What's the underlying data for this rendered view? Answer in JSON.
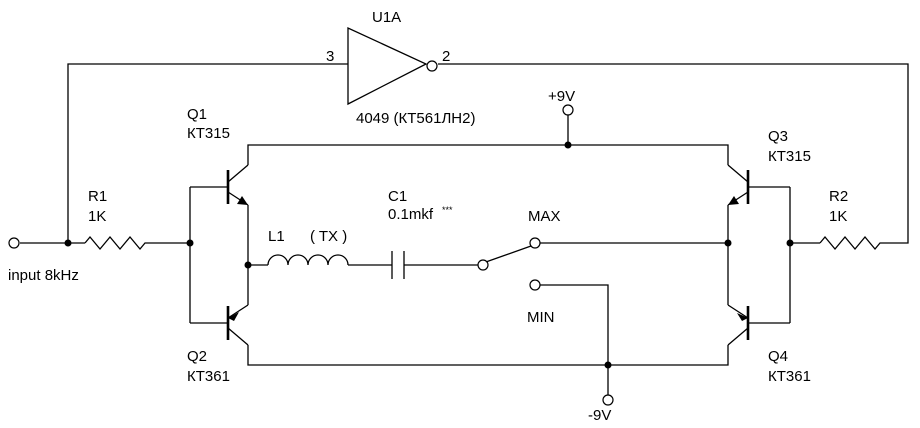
{
  "labels": {
    "u1a_name": "U1A",
    "u1a_pin_in": "3",
    "u1a_pin_out": "2",
    "u1a_type": "4049 (КТ561ЛН2)",
    "supply_pos": "+9V",
    "supply_neg": "-9V",
    "q1_name": "Q1",
    "q1_type": "КТ315",
    "q2_name": "Q2",
    "q2_type": "КТ361",
    "q3_name": "Q3",
    "q3_type": "КТ315",
    "q4_name": "Q4",
    "q4_type": "КТ361",
    "r1_name": "R1",
    "r1_value": "1K",
    "r2_name": "R2",
    "r2_value": "1K",
    "c1_name": "C1",
    "c1_value": "0.1mkf",
    "c1_note": "***",
    "l1_name": "L1",
    "l1_note": "( TX )",
    "switch_max": "MAX",
    "switch_min": "MIN",
    "input": "input 8kHz"
  },
  "colors": {
    "wire": "#000000",
    "background": "#ffffff"
  }
}
